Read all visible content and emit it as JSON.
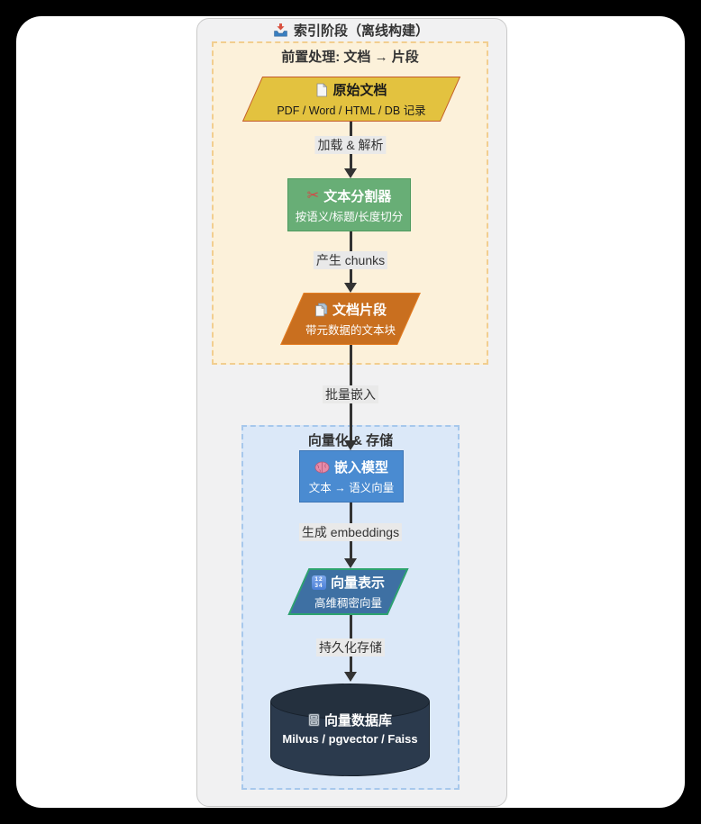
{
  "diagram": {
    "title": "索引阶段（离线构建）",
    "title_icon": "inbox-tray-icon",
    "pre_phase": {
      "title": "前置处理: 文档 → 片段"
    },
    "vector_phase": {
      "title": "向量化 & 存储"
    },
    "nodes": {
      "raw_docs": {
        "icon": "page-icon",
        "title": "原始文档",
        "subtitle": "PDF / Word / HTML / DB 记录"
      },
      "splitter": {
        "icon": "scissors-icon",
        "title": "文本分割器",
        "subtitle": "按语义/标题/长度切分"
      },
      "chunks": {
        "icon": "pages-icon",
        "title": "文档片段",
        "subtitle": "带元数据的文本块"
      },
      "embed_model": {
        "icon": "brain-icon",
        "title": "嵌入模型",
        "subtitle": "文本 → 语义向量"
      },
      "vectors": {
        "icon": "numbers-icon",
        "title": "向量表示",
        "subtitle": "高维稠密向量"
      },
      "vector_db": {
        "icon": "file-cabinet-icon",
        "title": "向量数据库",
        "subtitle": "Milvus / pgvector / Faiss"
      }
    },
    "edges": [
      {
        "label": "加载 & 解析"
      },
      {
        "label": "产生 chunks"
      },
      {
        "label": "批量嵌入"
      },
      {
        "label": "生成 embeddings"
      },
      {
        "label": "持久化存储"
      }
    ],
    "colors": {
      "raw_docs_fill": "#E3C23F",
      "raw_docs_stroke": "#C35A2B",
      "splitter_fill": "#68AE76",
      "splitter_stroke": "#4E9A5F",
      "chunks_fill": "#C96F1F",
      "chunks_stroke": "#E67F24",
      "embed_fill": "#4A8BD1",
      "embed_stroke": "#3C74B4",
      "vectors_fill": "#3E70A3",
      "vectors_stroke": "#2DA36E",
      "db_fill": "#2B3A4D",
      "pre_bg": "#FCF1DA",
      "pre_border": "#F2CE8F",
      "vec_bg": "#DBE8F8",
      "vec_border": "#A7C8EC"
    }
  }
}
